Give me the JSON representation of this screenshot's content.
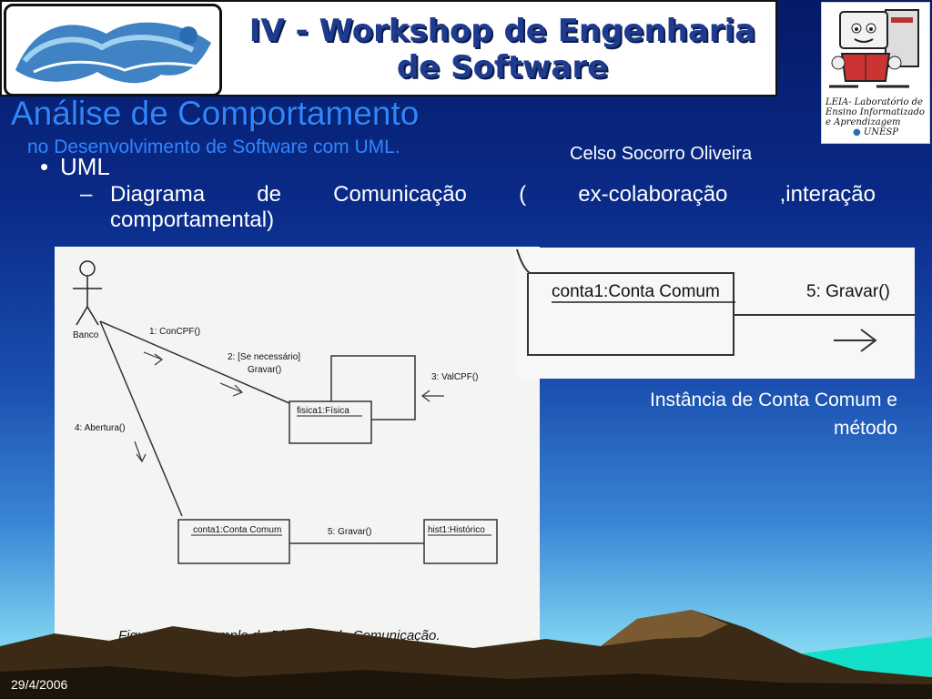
{
  "banner": {
    "title_line1": "IV - Workshop de Engenharia",
    "title_line2": "de Software"
  },
  "lab_logo": {
    "line1": "LEIA- Laboratório de",
    "line2": "Ensino Informatizado",
    "line3": "e Aprendizagem",
    "line4": "UNESP"
  },
  "title": "Análise de Comportamento",
  "subtitle": "no Desenvolvimento de Software com UML.",
  "author": "Celso Socorro Oliveira",
  "bullet": "UML",
  "sub_bullet": {
    "dash": "–",
    "line1": "Diagrama de Comunicação ( ex-colaboração ,interação",
    "line2": "comportamental)"
  },
  "diagram": {
    "actor": "Banco",
    "msg1": "1: ConCPF()",
    "msg2a": "2: [Se necessário]",
    "msg2b": "Gravar()",
    "msg3": "3: ValCPF()",
    "msg4": "4: Abertura()",
    "msg5": "5: Gravar()",
    "obj1": "fisica1:Física",
    "obj2": "conta1:Conta Comum",
    "obj3": "hist1:Histórico",
    "figure_caption": "Figura 1.6 – Exemplo de Diagrama de Comunicação."
  },
  "zoom": {
    "object": "conta1:Conta Comum",
    "message": "5: Gravar()"
  },
  "caption": {
    "line1": "Instância de Conta Comum e",
    "line2": "método"
  },
  "footer": {
    "date": "29/4/2006"
  }
}
